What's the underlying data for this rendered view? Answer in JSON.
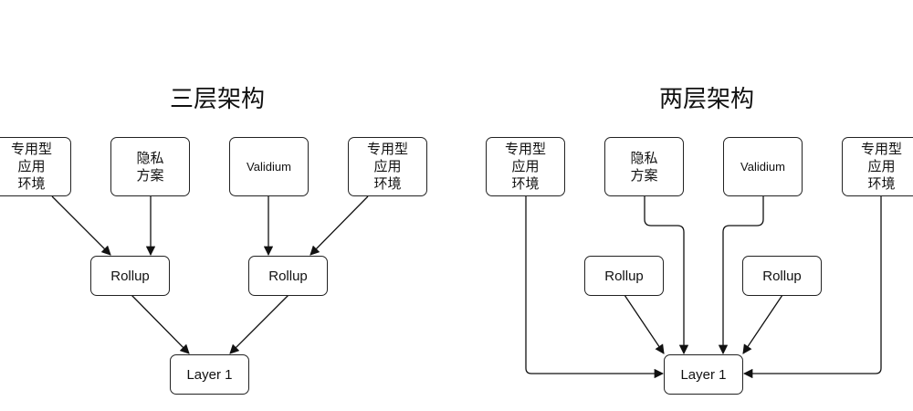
{
  "left": {
    "title": "三层架构",
    "nodes": {
      "app_env_1": "专用型\n应用\n环境",
      "privacy": "隐私\n方案",
      "validium": "Validium",
      "app_env_2": "专用型\n应用\n环境",
      "rollup_1": "Rollup",
      "rollup_2": "Rollup",
      "layer1": "Layer 1"
    }
  },
  "right": {
    "title": "两层架构",
    "nodes": {
      "app_env_1": "专用型\n应用\n环境",
      "privacy": "隐私\n方案",
      "validium": "Validium",
      "app_env_2": "专用型\n应用\n环境",
      "rollup_1": "Rollup",
      "rollup_2": "Rollup",
      "layer1": "Layer 1"
    }
  }
}
